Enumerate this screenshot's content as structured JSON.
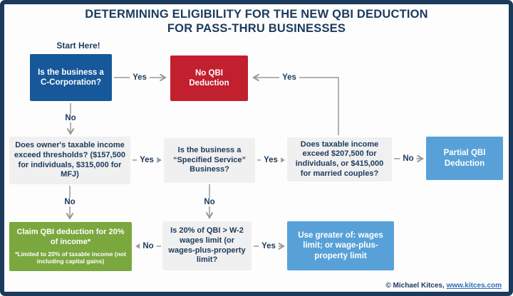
{
  "title": {
    "line1": "DETERMINING ELIGIBILITY FOR THE NEW QBI DEDUCTION",
    "line2": "FOR PASS-THRU BUSINESSES"
  },
  "start_label": "Start Here!",
  "nodes": {
    "c_corp": {
      "text": "Is the business a C-Corporation?"
    },
    "no_qbi": {
      "text": "No QBI Deduction"
    },
    "thresholds": {
      "text": "Does owner's taxable income exceed thresholds? ($157,500 for individuals, $315,000 for MFJ)"
    },
    "specified_service": {
      "text": "Is the business a “Specified Service” Business?"
    },
    "income_exceed": {
      "text": "Does taxable income exceed $207,500 for individuals, or $415,000 for married couples?"
    },
    "partial_qbi": {
      "text": "Partial QBI Deduction"
    },
    "claim_qbi": {
      "text": "Claim QBI deduction for 20% of income*",
      "footnote": "*Limited to 20% of taxable income (not including capital gains)"
    },
    "wages_limit": {
      "text": "Is 20% of QBI > W-2 wages limit (or wages-plus-property limit?"
    },
    "use_greater": {
      "text": "Use greater of: wages limit; or wage-plus-property limit"
    }
  },
  "edge_labels": {
    "c_corp_yes": "Yes",
    "c_corp_no": "No",
    "income_to_noqbi_yes": "Yes",
    "thresholds_yes": "Yes",
    "thresholds_no": "No",
    "specified_yes": "Yes",
    "specified_no": "No",
    "income_exceed_no": "No",
    "wages_no": "No",
    "wages_yes": "Yes"
  },
  "footer": {
    "copyright": "© Michael Kitces,",
    "link": "www.kitces.com"
  },
  "colors": {
    "frame": "#1c3a5c",
    "dark_blue": "#17589b",
    "red": "#c21f2f",
    "green": "#7aa83f",
    "light_blue": "#58a1d8",
    "gray_box": "#f0f0f0",
    "navy_text": "#1c3a5c",
    "arrow_line": "#999999",
    "link": "#2a6ebb"
  }
}
